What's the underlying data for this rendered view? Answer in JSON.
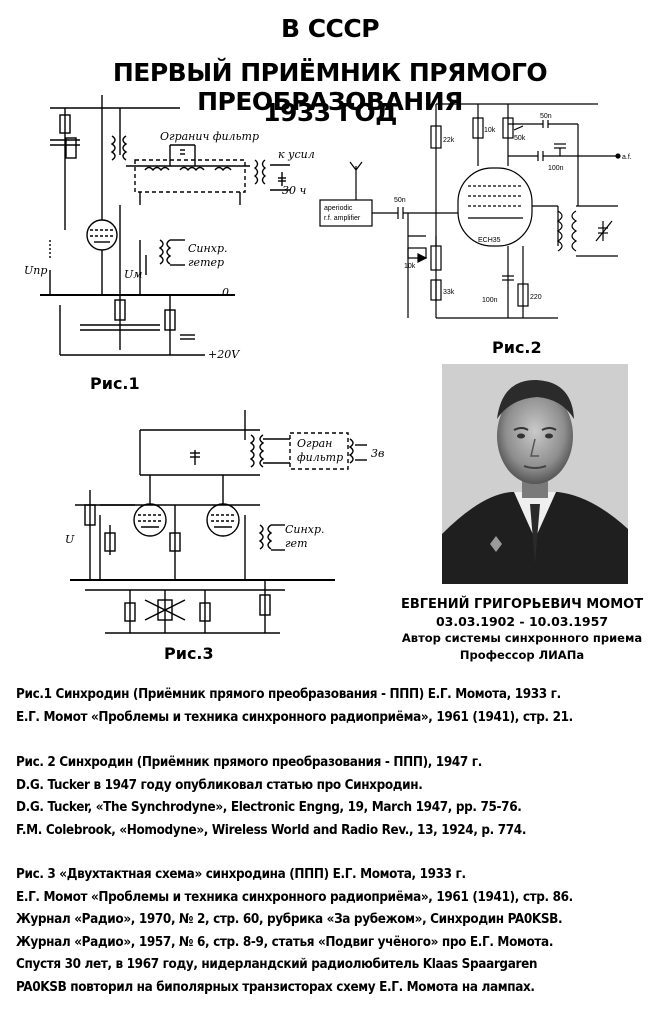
{
  "header": {
    "line1": "В СССР",
    "line2": "ПЕРВЫЙ ПРИЁМНИК ПРЯМОГО ПРЕОБРАЗОВАНИЯ",
    "line3": "1933 ГОД"
  },
  "figures": {
    "fig1": {
      "caption": "Рис.1",
      "labels": {
        "filter": "Огранич фильтр",
        "amp": "к усил",
        "freq": "30 ч",
        "uin": "Uпр",
        "um": "Uм",
        "sync": "Синхр.",
        "gen": "гетер",
        "zero": "0",
        "supply": "+20V"
      }
    },
    "fig2": {
      "caption": "Рис.2",
      "labels": {
        "aperiodic1": "aperiodic",
        "aperiodic2": "r.f. amplifier",
        "c50n_in": "50n",
        "c50n_top": "50n",
        "c100n_top": "100n",
        "af": "a.f.",
        "r22k": "22k",
        "r10k": "10k",
        "r50k": "50k",
        "r10k_pot": "10k",
        "r33k": "33k",
        "c100n_bot": "100n",
        "r220": "220",
        "tube": "ECH35"
      }
    },
    "fig3": {
      "caption": "Рис.3",
      "labels": {
        "filter1": "Огран",
        "filter2": "фильтр",
        "out": "3в",
        "u": "U",
        "sync": "Синхр.",
        "gen": "гет"
      }
    }
  },
  "portrait": {
    "name": "ЕВГЕНИЙ ГРИГОРЬЕВИЧ МОМОТ",
    "dates": "03.03.1902 - 10.03.1957",
    "role": "Автор системы синхронного приема",
    "title": "Профессор ЛИАПа"
  },
  "paragraphs": {
    "p1": [
      "Рис.1 Синхродин (Приёмник прямого преобразования - ППП) Е.Г. Момота, 1933 г.",
      "Е.Г. Момот «Проблемы и техника синхронного радиоприёма», 1961 (1941), стр. 21."
    ],
    "p2": [
      "Рис. 2 Синхродин (Приёмник прямого преобразования - ППП), 1947 г.",
      "D.G. Tucker в 1947 году опубликовал статью про Синхродин.",
      "D.G. Tucker, «The Synchrodyne», Electronic Engng, 19, March 1947, pp. 75-76.",
      "F.M. Colebrook, «Homodyne», Wireless World and Radio Rev., 13, 1924, p. 774."
    ],
    "p3": [
      "Рис. 3 «Двухтактная схема» синхродина (ППП) Е.Г. Момота, 1933 г.",
      "Е.Г. Момот «Проблемы и техника синхронного радиоприёма», 1961 (1941), стр. 86.",
      "Журнал «Радио», 1970, № 2, стр. 60, рубрика «За рубежом», Синхродин PA0KSB.",
      "Журнал «Радио», 1957, № 6, стр. 8-9, статья «Подвиг учёного» про Е.Г. Момота.",
      "Спустя 30 лет, в 1967 году, нидерландский радиолюбитель Klaas Spaargaren",
      "PA0KSB повторил на биполярных транзисторах схему Е.Г. Момота на лампах."
    ]
  }
}
